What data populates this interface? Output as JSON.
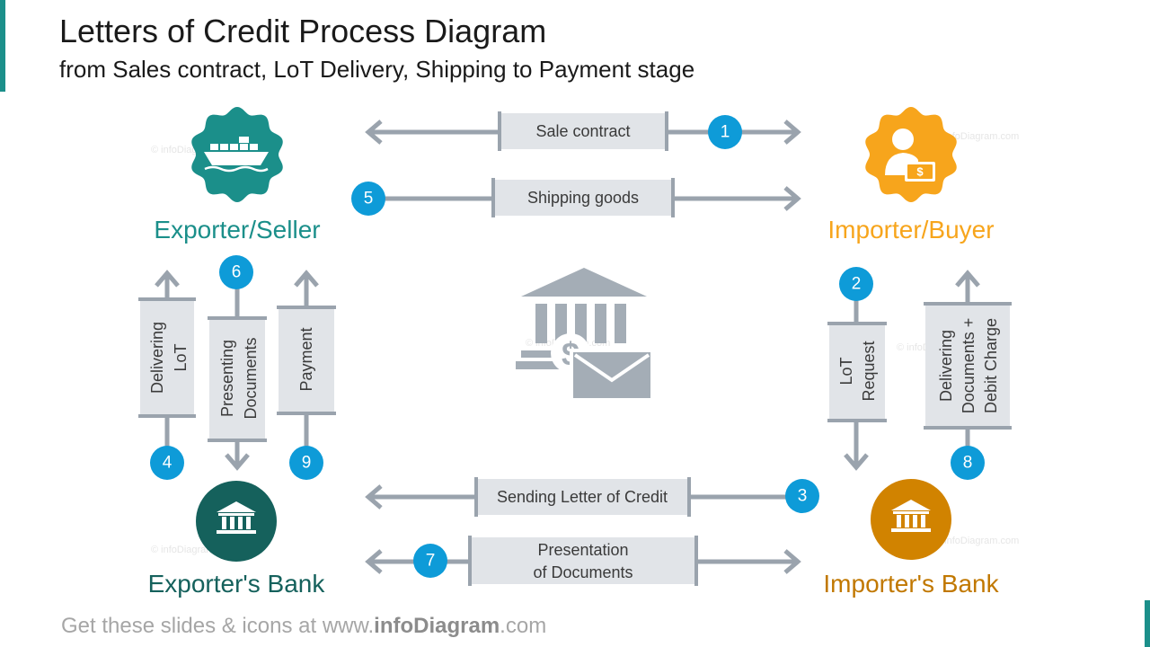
{
  "title": "Letters of Credit Process Diagram",
  "subtitle": "from Sales contract, LoT Delivery, Shipping to Payment stage",
  "parties": {
    "exporter": "Exporter/Seller",
    "importer": "Importer/Buyer",
    "exporter_bank": "Exporter's Bank",
    "importer_bank": "Importer's Bank"
  },
  "steps": {
    "sale_contract": {
      "number": "1",
      "label": "Sale contract"
    },
    "lot_request": {
      "number": "2",
      "line1": "LoT",
      "line2": "Request"
    },
    "sending_loc": {
      "number": "3",
      "label": "Sending Letter of Credit"
    },
    "delivering_lot": {
      "number": "4",
      "line1": "Delivering",
      "line2": "LoT"
    },
    "shipping_goods": {
      "number": "5",
      "label": "Shipping goods"
    },
    "presenting_docs": {
      "number": "6",
      "line1": "Presenting",
      "line2": "Documents"
    },
    "presentation_docs": {
      "number": "7",
      "line1": "Presentation",
      "line2": "of Documents"
    },
    "delivering_docs": {
      "number": "8",
      "line1": "Delivering",
      "line2": "Documents +",
      "line3": "Debit Charge"
    },
    "payment": {
      "number": "9",
      "label": "Payment"
    }
  },
  "watermark": "© infoDiagram.com",
  "footer": {
    "prefix": "Get these slides & icons at www.",
    "brand": "infoDiagram",
    "suffix": ".com"
  },
  "colors": {
    "teal": "#1b8f8a",
    "dark_teal": "#15615c",
    "orange": "#f7a51c",
    "dark_orange": "#d18300",
    "badge": "#0e9bd8",
    "arrow": "#9aa3ad",
    "box": "#e1e4e8",
    "icon_gray": "#a4adb6"
  },
  "icons": {
    "exporter": "cargo-ship-icon",
    "importer": "buyer-money-icon",
    "exporter_bank": "bank-icon",
    "importer_bank": "bank-icon",
    "center": "bank-letter-of-credit-icon"
  }
}
